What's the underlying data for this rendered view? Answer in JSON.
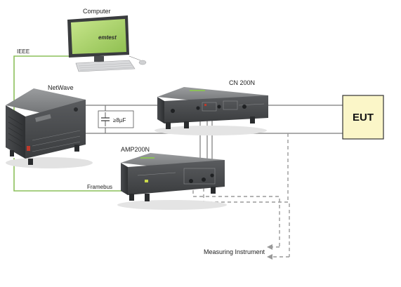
{
  "labels": {
    "computer": "Computer",
    "ieee": "IEEE",
    "netwave": "NetWave",
    "cn200n": "CN 200N",
    "amp200n": "AMP200N",
    "capacitor": "≥8µF",
    "framebus": "Framebus",
    "eut": "EUT",
    "measuring_instrument": "Measuring Instrument",
    "screen_brand": "emtest"
  },
  "colors": {
    "green_line": "#8cc05a",
    "power_line": "#777777",
    "dashed_line": "#9a9a9a",
    "eut_fill": "#fbf6c8",
    "eut_border": "#333333",
    "screen": "#a8d26a"
  }
}
